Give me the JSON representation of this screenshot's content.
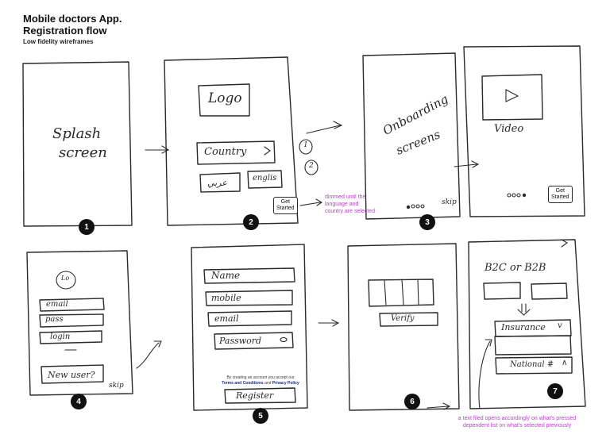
{
  "header": {
    "title_line1": "Mobile doctors App.",
    "title_line2": "Registration flow",
    "subtitle": "Low fidelity wireframes"
  },
  "screens": {
    "s1": {
      "badge": "1",
      "line1": "Splash",
      "line2": "screen"
    },
    "s2": {
      "badge": "2",
      "logo": "Logo",
      "country": "Country",
      "lang_ar": "عربي",
      "lang_en": "englis",
      "button_line1": "Get",
      "button_line2": "Started",
      "step1": "1",
      "step2": "2"
    },
    "s3": {
      "badge": "3",
      "line1": "Onboarding",
      "line2": "screens",
      "skip": "skip"
    },
    "s3b": {
      "video": "Video",
      "button_line1": "Get",
      "button_line2": "Started"
    },
    "s4": {
      "logo": "Lo",
      "email": "email",
      "pass": "pass",
      "login": "login",
      "new_user": "New user?",
      "skip": "skip",
      "badge": "4"
    },
    "s5": {
      "name": "Name",
      "mobile": "mobile",
      "email": "email",
      "password": "Password",
      "terms_line1": "By creating an account you accept our",
      "terms_link": "Terms and Conditions",
      "terms_and": "and",
      "privacy_link": "Privacy Policy",
      "register": "Register",
      "badge": "5"
    },
    "s6": {
      "verify": "Verify",
      "badge": "6"
    },
    "s7": {
      "heading": "B2C or B2B",
      "insurance": "Insurance",
      "national": "National #",
      "badge": "7"
    }
  },
  "notes": {
    "dimmed": "dimmed until the language and country are selected",
    "bottom_line1": "a text filed opens accordingly on what's pressed",
    "bottom_line2": "dependent list on what's selected previously"
  },
  "colors": {
    "accent_note": "#c23ad6",
    "link_blue": "#1c2a8a",
    "badge_bg": "#111111"
  }
}
